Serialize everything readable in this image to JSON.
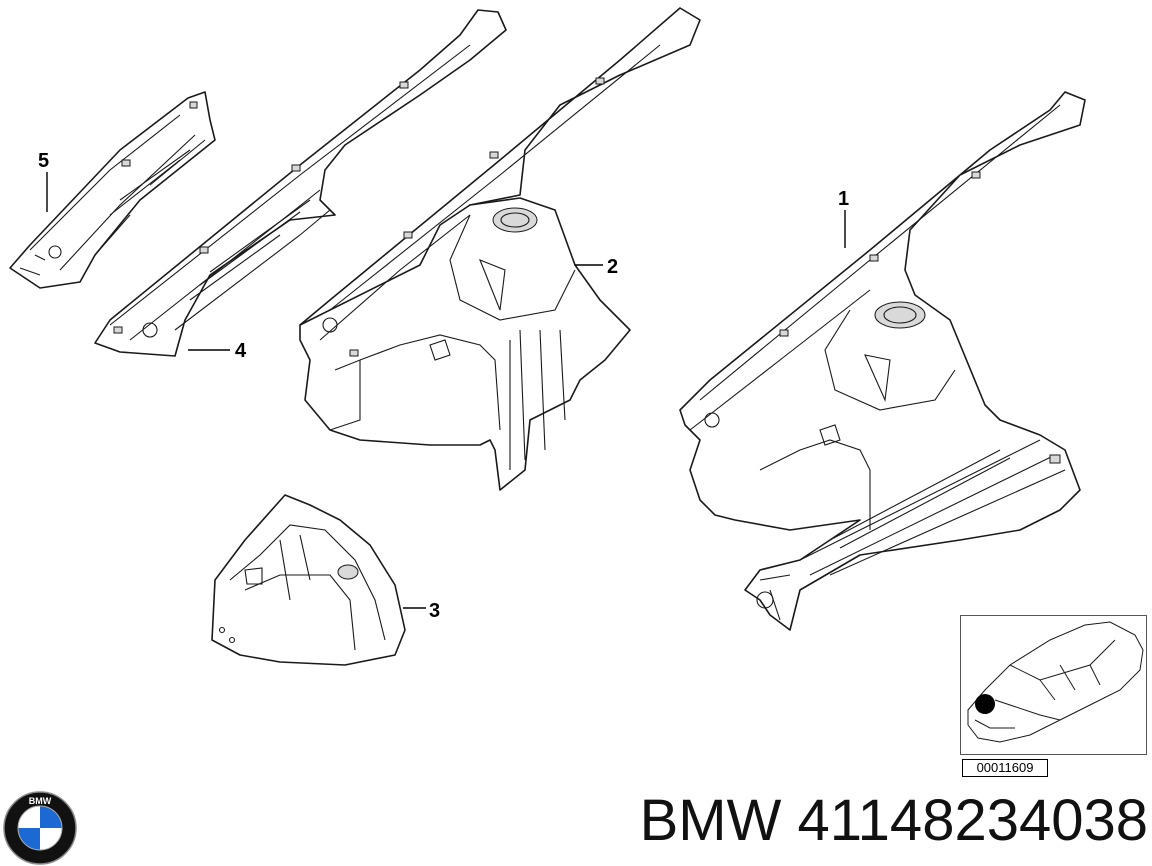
{
  "callouts": [
    {
      "id": "1",
      "label": "1"
    },
    {
      "id": "2",
      "label": "2"
    },
    {
      "id": "3",
      "label": "3"
    },
    {
      "id": "4",
      "label": "4"
    },
    {
      "id": "5",
      "label": "5"
    }
  ],
  "thumbnail": {
    "ref_code": "00011609"
  },
  "footer": {
    "part_number": "BMW 41148234038",
    "logo_text": "BMW",
    "logo_icon": "bmw-roundel-icon"
  },
  "colors": {
    "line": "#1a1a1a",
    "logo_blue": "#1c69d4",
    "logo_ring": "#111111"
  }
}
